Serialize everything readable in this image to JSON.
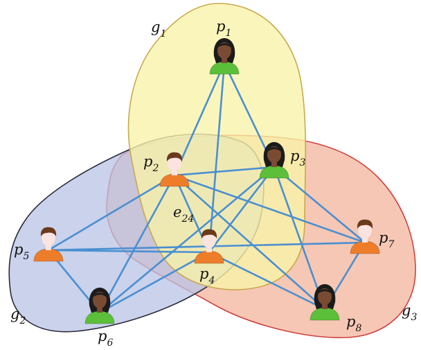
{
  "colors": {
    "edge": "#4a8fd1",
    "group_g1_fill": "#f8f3a8",
    "group_g1_stroke": "#c8a850",
    "group_g2_fill": "#b8c3e6",
    "group_g2_stroke": "#2a2a3a",
    "group_g3_fill": "#f4b9a1",
    "group_g3_stroke": "#d04040",
    "person_orange": "#ee7d2a",
    "person_green": "#5bbf3a",
    "hair_dark": "#1b1b1b",
    "hair_brown": "#6a3a1c",
    "skin_light": "#fbe3e0",
    "skin_dark": "#7a4b33"
  },
  "groups": [
    {
      "id": "g1",
      "main": "g",
      "sub": "1"
    },
    {
      "id": "g2",
      "main": "g",
      "sub": "2"
    },
    {
      "id": "g3",
      "main": "g",
      "sub": "3"
    }
  ],
  "persons": [
    {
      "id": "p1",
      "main": "p",
      "sub": "1",
      "shirt": "green",
      "style": "female-dark"
    },
    {
      "id": "p2",
      "main": "p",
      "sub": "2",
      "shirt": "orange",
      "style": "male-light"
    },
    {
      "id": "p3",
      "main": "p",
      "sub": "3",
      "shirt": "green",
      "style": "female-dark"
    },
    {
      "id": "p4",
      "main": "p",
      "sub": "4",
      "shirt": "orange",
      "style": "male-light"
    },
    {
      "id": "p5",
      "main": "p",
      "sub": "5",
      "shirt": "orange",
      "style": "male-light"
    },
    {
      "id": "p6",
      "main": "p",
      "sub": "6",
      "shirt": "green",
      "style": "female-dark"
    },
    {
      "id": "p7",
      "main": "p",
      "sub": "7",
      "shirt": "orange",
      "style": "male-light"
    },
    {
      "id": "p8",
      "main": "p",
      "sub": "8",
      "shirt": "green",
      "style": "female-dark"
    }
  ],
  "edges": [
    [
      "p1",
      "p2"
    ],
    [
      "p1",
      "p3"
    ],
    [
      "p1",
      "p4"
    ],
    [
      "p2",
      "p3"
    ],
    [
      "p2",
      "p4"
    ],
    [
      "p2",
      "p5"
    ],
    [
      "p2",
      "p6"
    ],
    [
      "p2",
      "p7"
    ],
    [
      "p2",
      "p8"
    ],
    [
      "p3",
      "p4"
    ],
    [
      "p3",
      "p6"
    ],
    [
      "p3",
      "p7"
    ],
    [
      "p3",
      "p8"
    ],
    [
      "p4",
      "p5"
    ],
    [
      "p4",
      "p6"
    ],
    [
      "p4",
      "p8"
    ],
    [
      "p5",
      "p6"
    ],
    [
      "p5",
      "p7"
    ],
    [
      "p7",
      "p8"
    ]
  ],
  "edge_label": {
    "main": "e",
    "sub": "24"
  }
}
